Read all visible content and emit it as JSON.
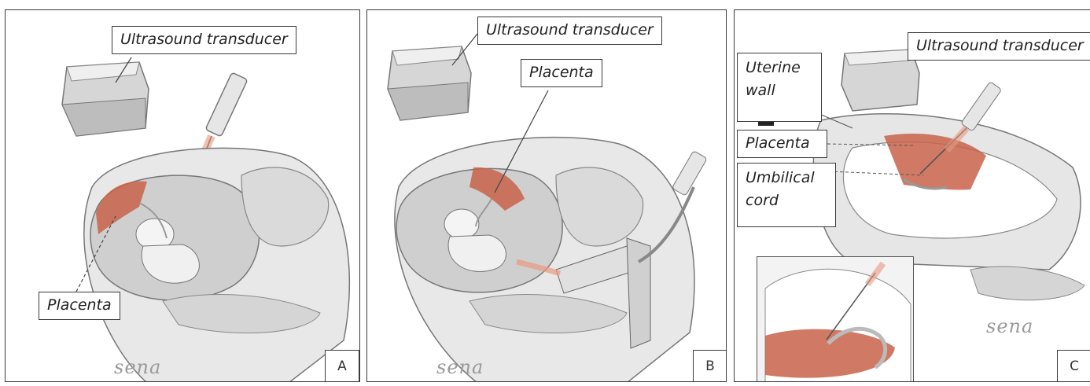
{
  "panels": {
    "a": {
      "letter": "A",
      "labels": {
        "transducer": "Ultrasound transducer",
        "placenta": "Placenta"
      },
      "signature": "sena"
    },
    "b": {
      "letter": "B",
      "labels": {
        "transducer": "Ultrasound transducer",
        "placenta": "Placenta"
      },
      "signature": "sena"
    },
    "c": {
      "letter": "C",
      "labels": {
        "transducer": "Ultrasound transducer",
        "uterine_wall": "Uterine wall",
        "placenta": "Placenta",
        "umbilical_cord": "Umbilical cord"
      },
      "signature": "sena"
    }
  },
  "colors": {
    "placenta": "#c8614a",
    "tissue": "#e2e2e2",
    "tissue_dark": "#b5b5b5",
    "outline": "#6f6f6f",
    "needle_glow": "#e89a82"
  }
}
